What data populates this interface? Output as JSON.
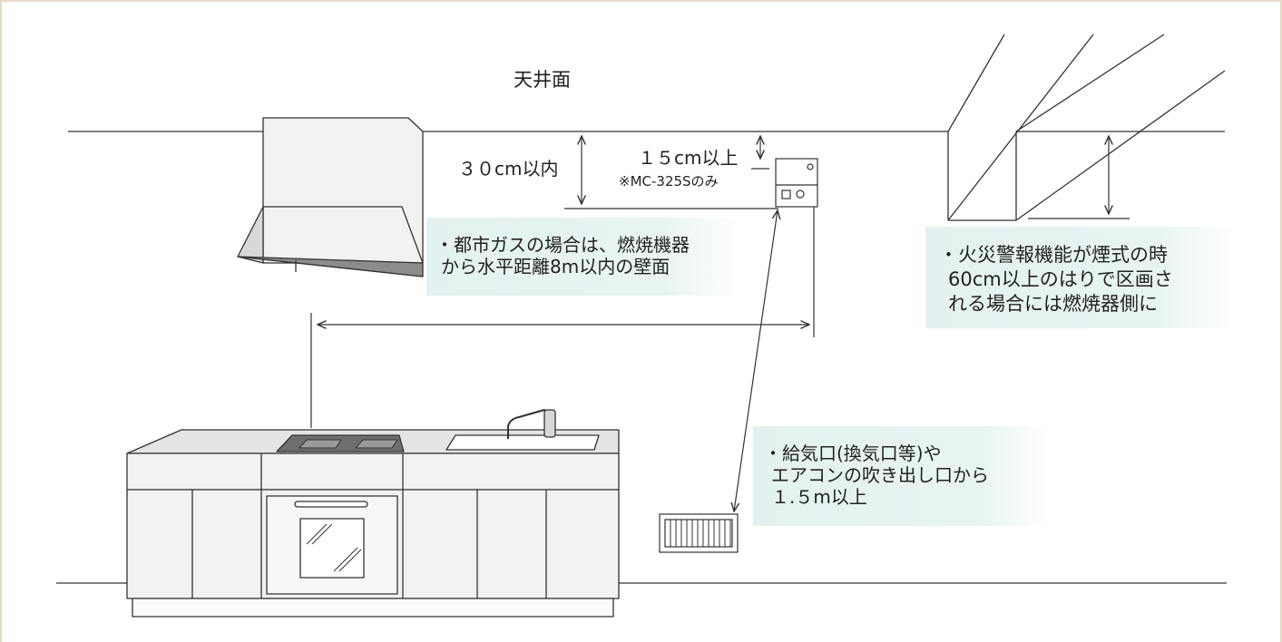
{
  "labels": {
    "ceiling": "天井面",
    "hood_clearance": "３０cm以内",
    "alarm_clearance": "１５cm以上",
    "model_note": "※MC-325Sのみ"
  },
  "notes": {
    "city_gas": [
      "・都市ガスの場合は、燃焼機器",
      "から水平距離8m以内の壁面"
    ],
    "fire_alarm": [
      "・火災警報機能が煙式の時",
      "60cm以上のはりで区画さ",
      "れる場合には燃焼器側に"
    ],
    "vent": [
      "・給気口(換気口等)や",
      "エアコンの吹き出し口から",
      "１.５m以上"
    ]
  },
  "colors": {
    "line": "#333333",
    "panel_fill": "#f2f2f2",
    "panel_dark": "#8c8c8c",
    "cooktop": "#6e6e6e",
    "note_bg": "#e3f2f0",
    "frame": "#e6dcc8"
  }
}
